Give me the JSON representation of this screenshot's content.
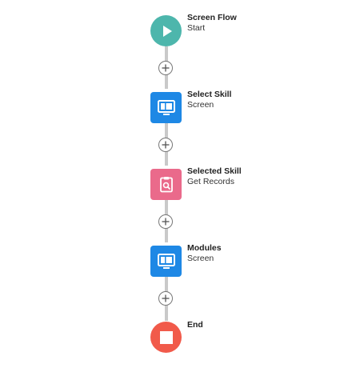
{
  "flow": {
    "nodes": [
      {
        "id": "start",
        "title": "Screen Flow",
        "subtitle": "Start",
        "kind": "start",
        "color": "#4db6ac"
      },
      {
        "id": "select-skill",
        "title": "Select Skill",
        "subtitle": "Screen",
        "kind": "screen",
        "color": "#1e88e5"
      },
      {
        "id": "selected-skill",
        "title": "Selected Skill",
        "subtitle": "Get Records",
        "kind": "get-records",
        "color": "#ea6a8b"
      },
      {
        "id": "modules",
        "title": "Modules",
        "subtitle": "Screen",
        "kind": "screen",
        "color": "#1e88e5"
      },
      {
        "id": "end",
        "title": "End",
        "subtitle": "",
        "kind": "end",
        "color": "#f15a4a"
      }
    ],
    "add_icon": "plus-icon"
  }
}
